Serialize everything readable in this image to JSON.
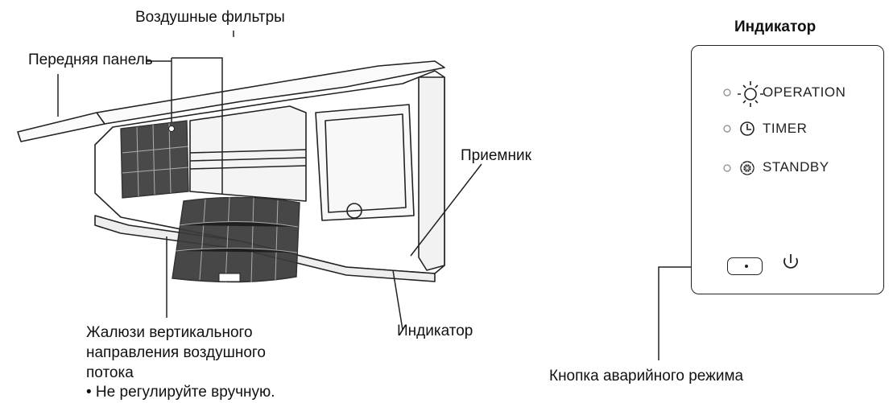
{
  "labels": {
    "air_filters": "Воздушные фильтры",
    "front_panel": "Передняя панель",
    "receiver": "Приемник",
    "indicator_bottom": "Индикатор",
    "louvers_line1": "Жалюзи вертикального",
    "louvers_line2": "направления воздушного",
    "louvers_line3": "потока",
    "louvers_note": "• Не регулируйте вручную.",
    "emergency_button": "Кнопка аварийного режима"
  },
  "indicator_panel": {
    "title": "Индикатор",
    "rows": [
      {
        "label": "OPERATION",
        "icon": "sun-icon"
      },
      {
        "label": "TIMER",
        "icon": "clock-icon"
      },
      {
        "label": "STANDBY",
        "icon": "standby-icon"
      }
    ]
  },
  "colors": {
    "line": "#222222",
    "filter": "#3a3a3a"
  }
}
